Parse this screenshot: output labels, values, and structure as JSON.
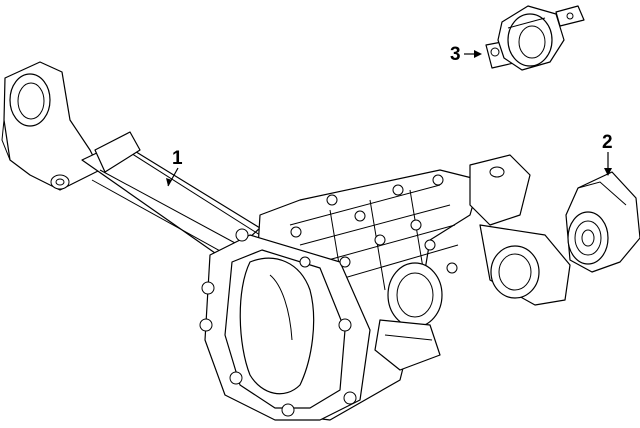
{
  "callouts": [
    {
      "id": "1",
      "label": "1",
      "part": "front-axle-housing"
    },
    {
      "id": "2",
      "label": "2",
      "part": "bushing"
    },
    {
      "id": "3",
      "label": "3",
      "part": "mount-bracket-bushing"
    }
  ]
}
